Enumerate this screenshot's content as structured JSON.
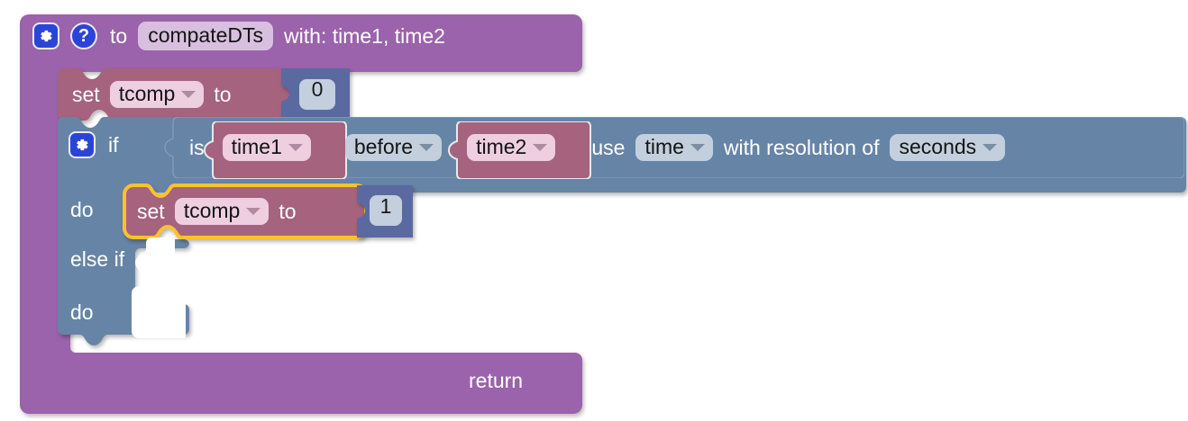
{
  "workspace": {
    "name": "blockly-workspace",
    "background": "#ffffff"
  },
  "colors": {
    "procedure_purple": "#9a63ab",
    "procedure_purple_dark": "#8a559a",
    "variable_set_mauve": "#a5637e",
    "control_blue": "#6685a6",
    "number_navy": "#5a6aa0",
    "selection_highlight": "#fcc22d",
    "field_light_purple": "#d9bfdf",
    "field_pink": "#edcfe0",
    "field_bluegrey": "#c3cfdd",
    "icon_blue": "#2b44d8",
    "text_white": "#ffffff",
    "text_dark": "#141414"
  },
  "procedure_block": {
    "gear_icon": "gear-icon",
    "help_icon": "help-icon",
    "to_label": "to",
    "name_field": "compateDTs",
    "with_label": "with: time1, time2",
    "return_label": "return",
    "return_socket_filled": false
  },
  "set_tcomp_zero": {
    "set_label": "set",
    "variable_field": "tcomp",
    "to_label": "to",
    "value": "0",
    "selected": false
  },
  "if_block": {
    "gear_icon": "gear-icon",
    "if_label": "if",
    "else_if_label": "else if",
    "do_label": "do",
    "do2_label": "do",
    "else_if_socket_filled": false,
    "do2_socket_filled": false,
    "condition": {
      "is_label": "is",
      "operand_left": "time1",
      "comparator": "before",
      "operand_right": "time2",
      "use_label": "use",
      "use_value": "time",
      "resolution_label": "with resolution of",
      "resolution_value": "seconds"
    }
  },
  "set_tcomp_one": {
    "set_label": "set",
    "variable_field": "tcomp",
    "to_label": "to",
    "value": "1",
    "selected": true
  }
}
